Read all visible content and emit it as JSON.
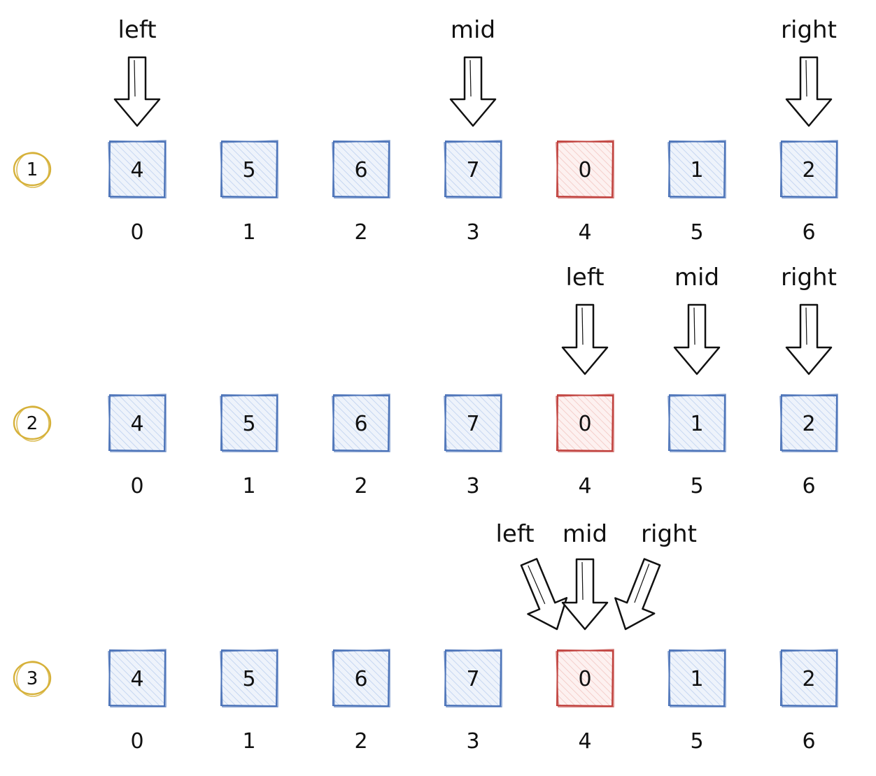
{
  "colors": {
    "normal_stroke": "#4a72b8",
    "normal_fill": "#dce7f7",
    "highlight_stroke": "#c0403c",
    "highlight_fill": "#fbe3e1",
    "step_badge": "#d6b13a",
    "ink": "#111111"
  },
  "array": {
    "values": [
      "4",
      "5",
      "6",
      "7",
      "0",
      "1",
      "2"
    ],
    "indices": [
      "0",
      "1",
      "2",
      "3",
      "4",
      "5",
      "6"
    ],
    "highlight_index": 4
  },
  "steps": [
    {
      "badge": "1",
      "pointers": [
        {
          "label": "left",
          "index": 0
        },
        {
          "label": "mid",
          "index": 3
        },
        {
          "label": "right",
          "index": 6
        }
      ]
    },
    {
      "badge": "2",
      "pointers": [
        {
          "label": "left",
          "index": 4
        },
        {
          "label": "mid",
          "index": 5
        },
        {
          "label": "right",
          "index": 6
        }
      ]
    },
    {
      "badge": "3",
      "pointers": [
        {
          "label": "left",
          "index": 4
        },
        {
          "label": "mid",
          "index": 4
        },
        {
          "label": "right",
          "index": 4
        }
      ]
    }
  ]
}
